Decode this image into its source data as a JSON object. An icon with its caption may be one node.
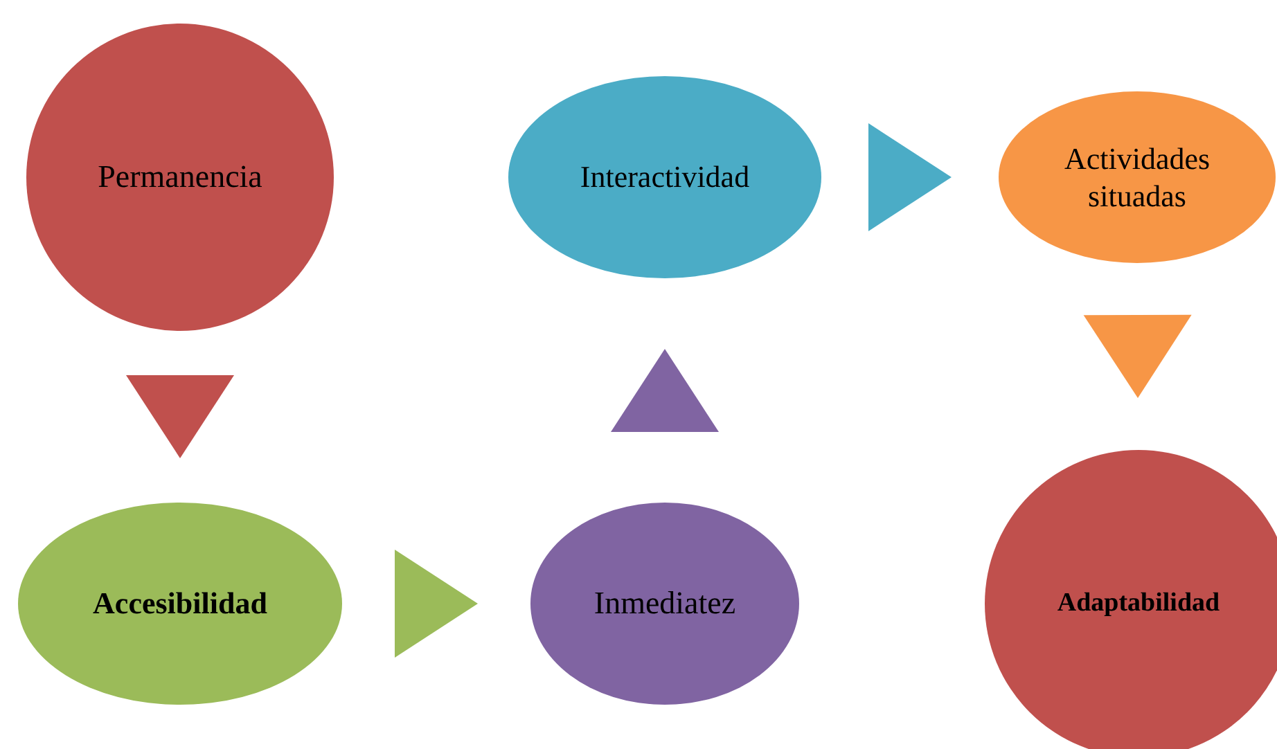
{
  "diagram": {
    "nodes": [
      {
        "text": [
          "Permanencia"
        ]
      },
      {
        "text": [
          "Accesibilidad"
        ]
      },
      {
        "text": [
          "Inmediatez"
        ]
      },
      {
        "text": [
          "Interactividad"
        ]
      },
      {
        "text": [
          "Actividades situadas"
        ]
      },
      {
        "text": [
          "Adaptabilidad"
        ]
      }
    ],
    "edges": [
      {
        "from": 0,
        "to": 1,
        "arrow": "to",
        "color": "#c0504d"
      },
      {
        "from": 1,
        "to": 2,
        "arrow": "to",
        "color": "#9bbb59"
      },
      {
        "from": 2,
        "to": 3,
        "arrow": "to",
        "color": "#8064a2"
      },
      {
        "from": 3,
        "to": 4,
        "arrow": "to",
        "color": "#4bacc6"
      },
      {
        "from": 4,
        "to": 5,
        "arrow": "to",
        "color": "#f79646"
      }
    ]
  }
}
